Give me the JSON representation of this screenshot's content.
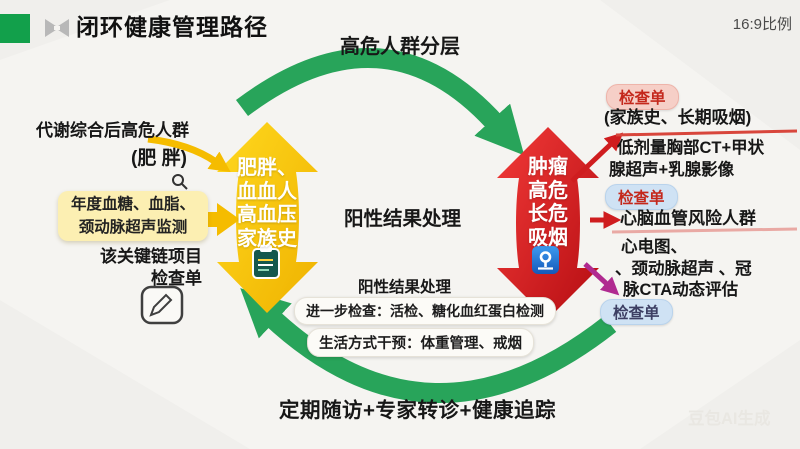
{
  "header": {
    "title": "闭环健康管理路径",
    "ratio": "16:9比例"
  },
  "top_label": "高危人群分层",
  "left": {
    "group_title": "代谢综合后高危人群",
    "group_subtitle": "(肥 胖)",
    "monitor1": "年度血糖、血脂、",
    "monitor2": "颈动脉超声监测",
    "key1": "该关键链项目",
    "key2": "检查单"
  },
  "yellow_node": {
    "lines": [
      "肥胖、",
      "血血人",
      "高血压",
      "家族史"
    ]
  },
  "red_node": {
    "lines": [
      "肿瘤",
      "高危",
      "长危",
      "吸烟"
    ]
  },
  "center_label": "阳性结果处理",
  "mid": {
    "title": "阳性结果处理",
    "pill1": "进一步检查：活检、糖化血红蛋白检测",
    "pill2": "生活方式干预：体重管理、戒烟"
  },
  "right": {
    "badge1": "检查单",
    "family": "(家族史、长期吸烟)",
    "ct1": "低剂量胸部CT+甲状",
    "ct2": "腺超声+乳腺影像",
    "badge2": "检查单",
    "cvd": "心脑血管风险人群",
    "ecg1": "心电图、",
    "ecg2": "、颈动脉超声 、冠",
    "ecg3": "脉CTA动态评估",
    "badge3": "检查单"
  },
  "bottom_label": "定期随访+专家转诊+健康追踪",
  "watermark": "豆包AI生成",
  "icons": {
    "logo": "butterfly-logo",
    "left_small": "magnifier-icon",
    "left_checklist": "edit-note-icon",
    "yellow_node": "clipboard-icon",
    "red_node": "location-pin-icon"
  },
  "colors": {
    "green": "#28a45a",
    "yellow": "#f5bc00",
    "red": "#d9151c",
    "magenta": "#b02a90",
    "badge_pink_bg": "#f6cfc7",
    "badge_blue_bg": "#cfe2f4",
    "badge_red_text": "#c4281c",
    "badge_navy_text": "#3d3f63",
    "monitor_box_bg": "#fcefb2"
  }
}
